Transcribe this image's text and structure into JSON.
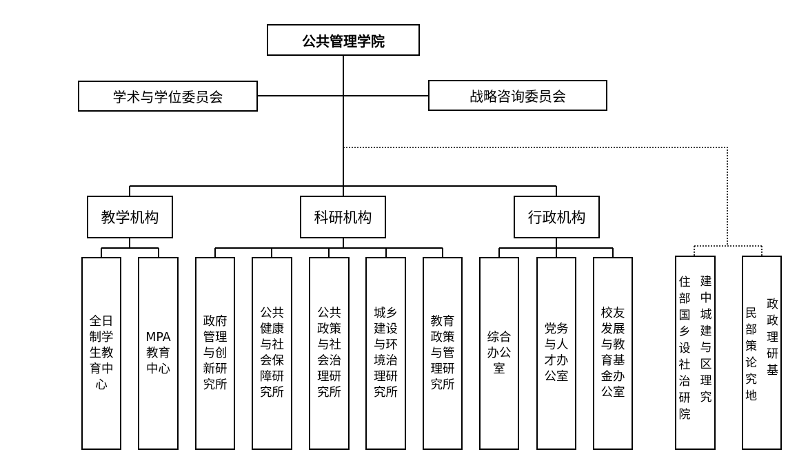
{
  "root": "公共管理学院",
  "committees": {
    "left": "学术与学位委员会",
    "right": "战略咨询委员会"
  },
  "branches": {
    "teaching": "教学机构",
    "research": "科研机构",
    "admin": "行政机构"
  },
  "teaching_units": [
    "全日制学生教育中心",
    "MPA教育中心"
  ],
  "research_units": [
    "政府管理与创新研究所",
    "公共健康与社会保障研究所",
    "公共政策与社会治理研究所",
    "城乡建设与环境治理研究所",
    "教育政策与管理研究所"
  ],
  "admin_units": [
    "综合办公室",
    "党务与人才办公室",
    "校友发展与教育基金办公室"
  ],
  "affiliated": [
    {
      "col1": "住部国乡设社治研院",
      "col2": "建中城建与区理究"
    },
    {
      "col1": "民部策论究地",
      "col2": "政政理研基"
    }
  ]
}
